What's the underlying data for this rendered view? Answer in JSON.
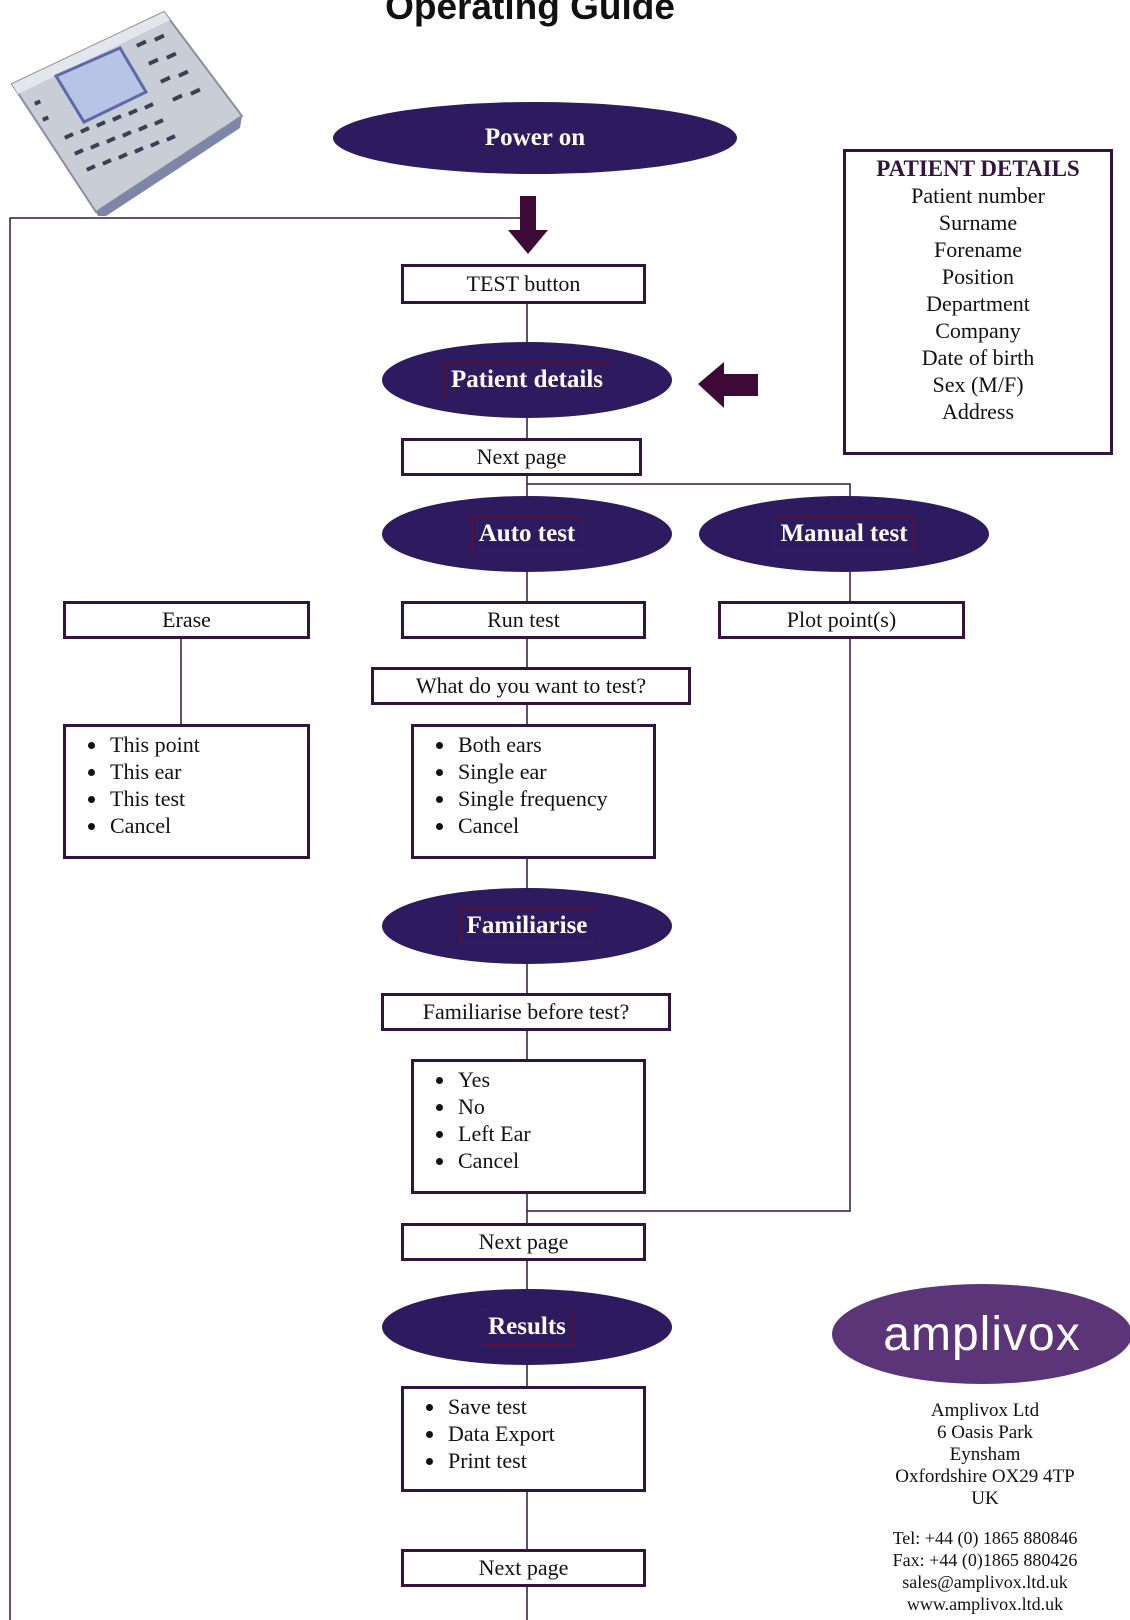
{
  "title": "Operating Guide",
  "nodes": {
    "power_on": "Power on",
    "test_button": "TEST button",
    "patient_details": "Patient details",
    "next_page_1": "Next page",
    "auto_test": "Auto test",
    "manual_test": "Manual test",
    "erase": "Erase",
    "run_test": "Run test",
    "plot_points": "Plot point(s)",
    "what_to_test": "What do you want to test?",
    "familiarise": "Familiarise",
    "familiarise_question": "Familiarise before test?",
    "next_page_2": "Next page",
    "results": "Results",
    "next_page_3": "Next page"
  },
  "lists": {
    "erase_options": [
      "This point",
      "This ear",
      "This test",
      "Cancel"
    ],
    "test_options": [
      "Both ears",
      "Single ear",
      "Single frequency",
      "Cancel"
    ],
    "familiarise_options": [
      "Yes",
      "No",
      "Left Ear",
      "Cancel"
    ],
    "results_options": [
      "Save test",
      "Data Export",
      "Print test"
    ]
  },
  "patient_details_box": {
    "heading": "PATIENT DETAILS",
    "fields": [
      "Patient number",
      "Surname",
      "Forename",
      "Position",
      "Department",
      "Company",
      "Date of birth",
      "Sex (M/F)",
      "Address"
    ]
  },
  "company": {
    "logo_text": "amplivox",
    "address": [
      "Amplivox Ltd",
      "6 Oasis Park",
      "Eynsham",
      "Oxfordshire OX29 4TP",
      "UK"
    ],
    "contact": [
      "Tel: +44 (0) 1865 880846",
      "Fax: +44 (0)1865 880426",
      "sales@amplivox.ltd.uk",
      "www.amplivox.ltd.uk"
    ]
  },
  "colors": {
    "ellipse_fill": "#2e1a5e",
    "box_border": "#33133f",
    "arrow": "#3d0a38",
    "logo_fill": "#5b3578"
  }
}
